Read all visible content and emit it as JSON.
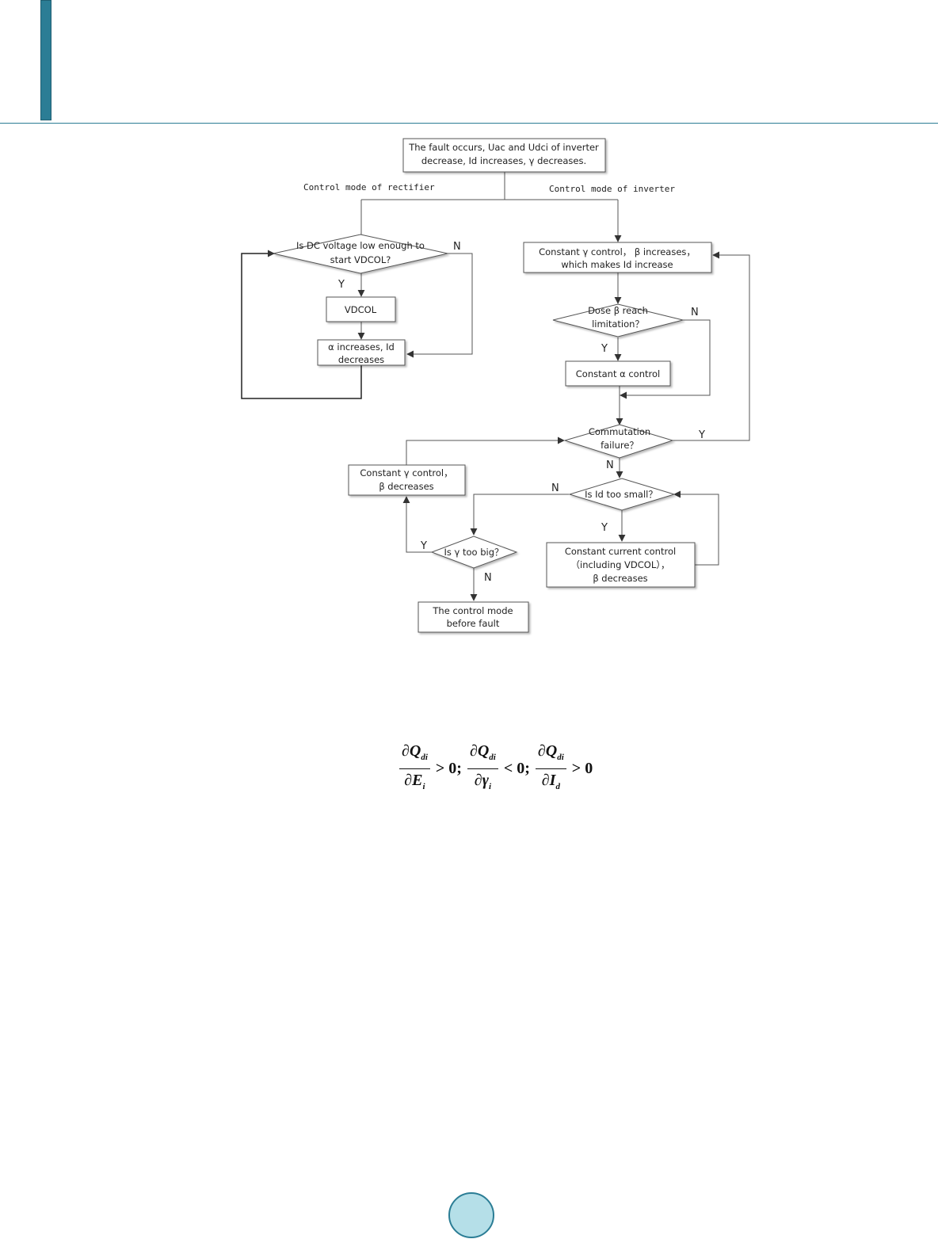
{
  "flowchart": {
    "start_box": [
      "The fault occurs, Uac and Udci of inverter",
      "decrease, Id increases, γ decreases."
    ],
    "branch_left_label": "Control mode of rectifier",
    "branch_right_label": "Control mode of inverter",
    "rect_decision": [
      "Is DC voltage low enough to",
      "start VDCOL?"
    ],
    "vdcol_box": "VDCOL",
    "alpha_box": [
      "α increases, Id",
      "decreases"
    ],
    "inv_gamma_box": [
      "Constant γ control， β increases，",
      "which makes Id increase"
    ],
    "beta_decision": [
      "Dose β reach",
      "limitation？"
    ],
    "const_alpha_box": "Constant α control",
    "commutation_decision": [
      "Commutation",
      "failure？"
    ],
    "gamma_dec_box": [
      "Constant γ control，",
      "β decreases"
    ],
    "id_small_decision": "Is Id too small？",
    "const_current_box": [
      "Constant current control",
      "（including VDCOL），",
      "β decreases"
    ],
    "gamma_big_decision": "Is γ too big？",
    "before_fault_box": [
      "The control mode",
      "before fault"
    ],
    "yes": "Y",
    "no": "N"
  },
  "formula": {
    "d1_num": "∂Q",
    "d1_num_sub": "di",
    "d1_den": "∂E",
    "d1_den_sub": "i",
    "r1": "> 0;",
    "d2_num": "∂Q",
    "d2_num_sub": "di",
    "d2_den": "∂γ",
    "d2_den_sub": "i",
    "r2": "< 0;",
    "d3_num": "∂Q",
    "d3_num_sub": "di",
    "d3_den": "∂I",
    "d3_den_sub": "d",
    "r3": "> 0"
  },
  "colors": {
    "accent": "#2b7d95",
    "page_circle": "#b5dfe8"
  }
}
